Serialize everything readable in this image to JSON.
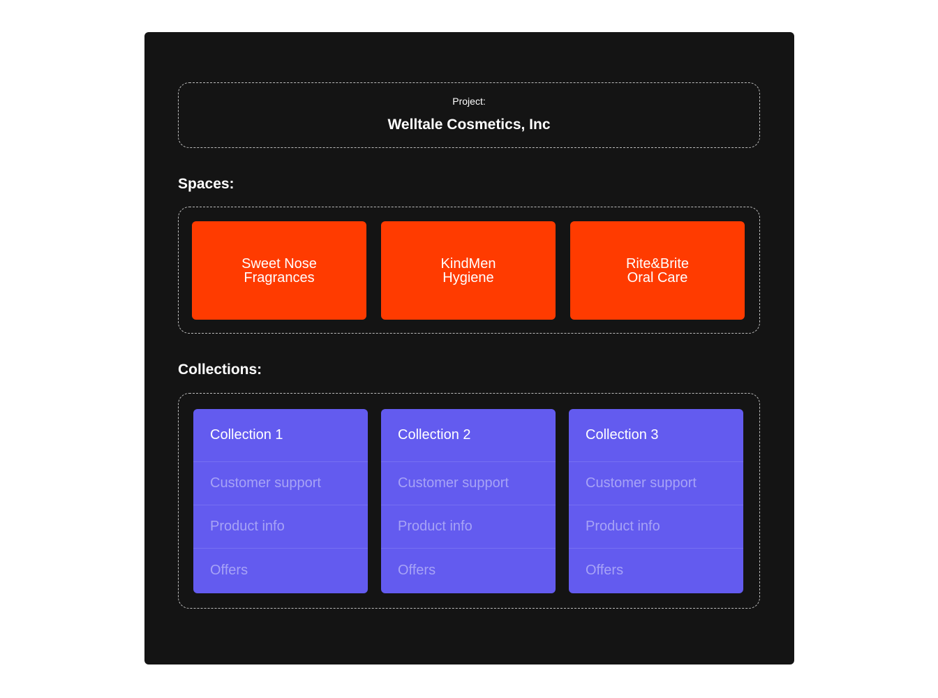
{
  "project": {
    "label": "Project:",
    "name": "Welltale Cosmetics,  Inc"
  },
  "spaces": {
    "label": "Spaces:",
    "items": [
      {
        "label": "Sweet Nose\nFragrances"
      },
      {
        "label": "KindMen\nHygiene"
      },
      {
        "label": "Rite&Brite\nOral Care"
      }
    ]
  },
  "collections": {
    "label": "Collections:",
    "items": [
      {
        "title": "Collection 1",
        "entries": [
          "Customer support",
          "Product info",
          "Offers"
        ]
      },
      {
        "title": "Collection 2",
        "entries": [
          "Customer support",
          "Product info",
          "Offers"
        ]
      },
      {
        "title": "Collection 3",
        "entries": [
          "Customer support",
          "Product info",
          "Offers"
        ]
      }
    ]
  },
  "colors": {
    "panel_background": "#141414",
    "space_card": "#ff3b00",
    "collection_card": "#635bef",
    "collection_entry_text": "#a7a3f6"
  }
}
